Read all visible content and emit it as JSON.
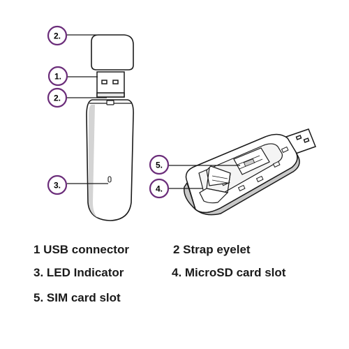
{
  "colors": {
    "callout_ring": "#6b2d7a",
    "outline": "#1a1a1a",
    "text": "#1a1a1a"
  },
  "callouts": {
    "cap_eyelet": "2.",
    "usb_connector": "1.",
    "body_eyelet": "2.",
    "led": "3.",
    "sim_slot": "5.",
    "microsd_slot": "4."
  },
  "legend": {
    "item1": "1 USB connector",
    "item2": "2 Strap eyelet",
    "item3": "3. LED Indicator",
    "item4": "4. MicroSD card slot",
    "item5": "5. SIM card slot"
  }
}
